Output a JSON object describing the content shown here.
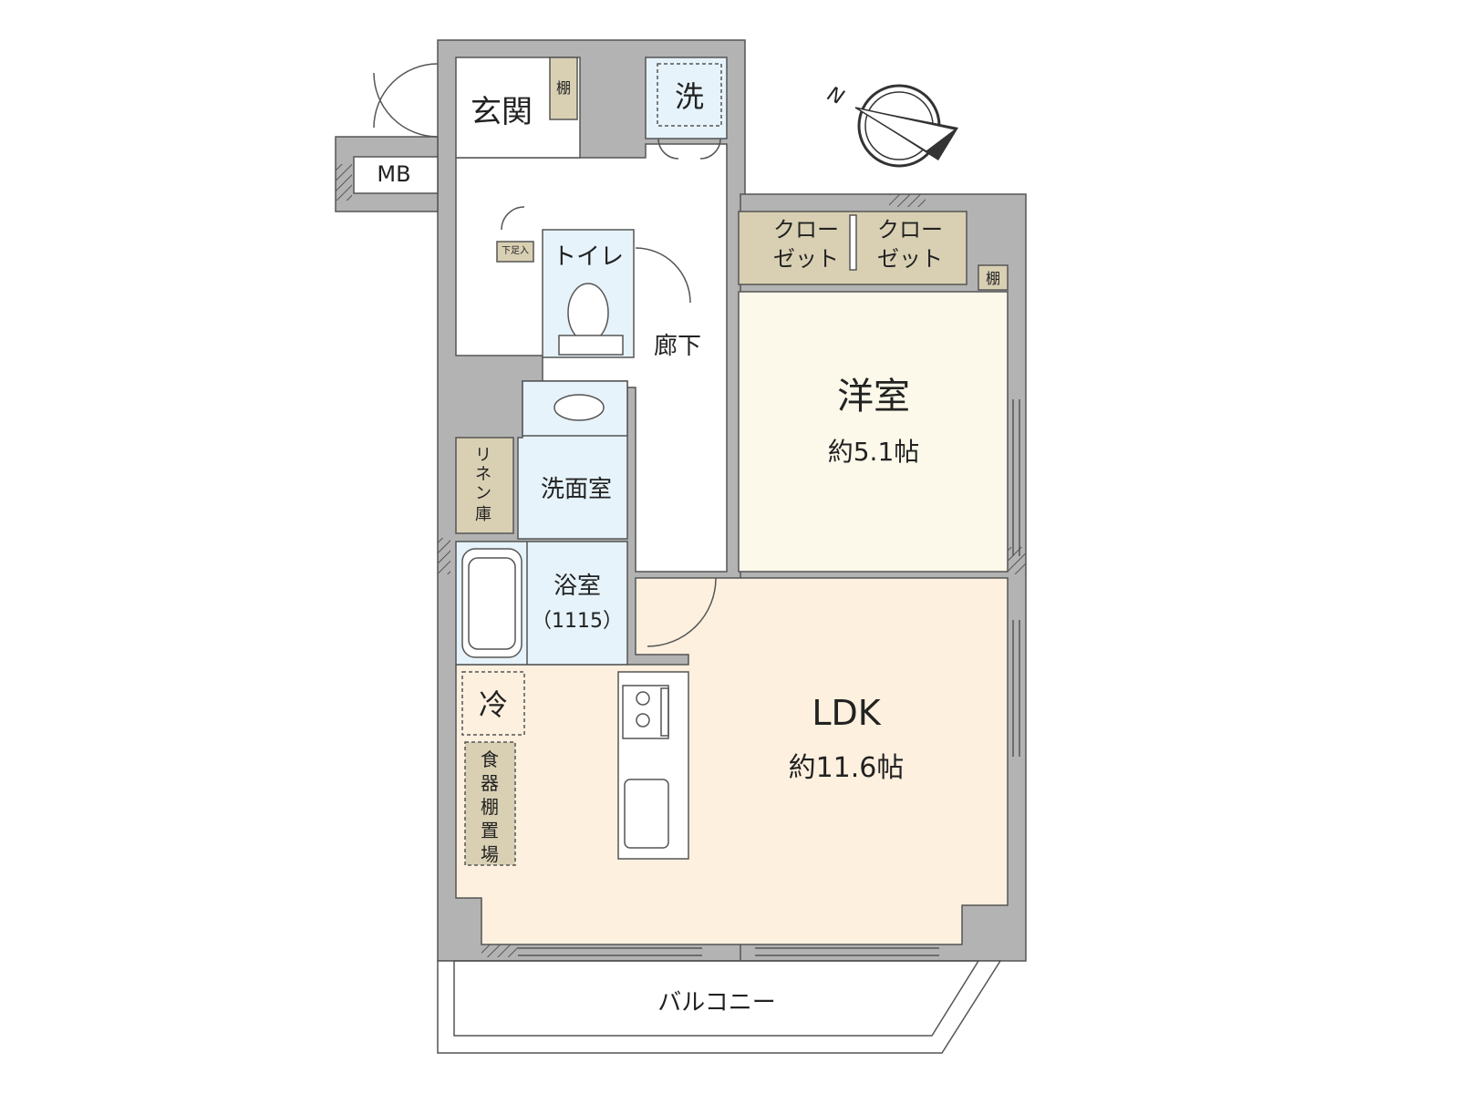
{
  "colors": {
    "wall": "#b3b3b3",
    "wall_line": "#555555",
    "ldk_floor": "#fdf0df",
    "bedroom_floor": "#fcf9ea",
    "wet_floor": "#e6f3fa",
    "storage": "#d9d0b4",
    "floor_white": "#ffffff",
    "text": "#222222"
  },
  "rooms": {
    "entrance": "玄関",
    "entrance_shelf": "棚",
    "laundry": "洗",
    "meter_box": "MB",
    "shoe_storage": "下足入",
    "toilet": "トイレ",
    "hallway": "廊下",
    "closet_1": [
      "クロー",
      "ゼット"
    ],
    "closet_2": [
      "クロー",
      "ゼット"
    ],
    "bedroom_shelf": "棚",
    "bedroom_name": "洋室",
    "bedroom_size": "約5.1帖",
    "linen": [
      "リ",
      "ネ",
      "ン",
      "庫"
    ],
    "washroom": "洗面室",
    "bath_name": "浴室",
    "bath_size": "（1115）",
    "fridge": "冷",
    "cupboard": [
      "食",
      "器",
      "棚",
      "置",
      "場"
    ],
    "ldk_name": "LDK",
    "ldk_size": "約11.6帖",
    "balcony": "バルコニー"
  },
  "compass": {
    "label": "N"
  }
}
